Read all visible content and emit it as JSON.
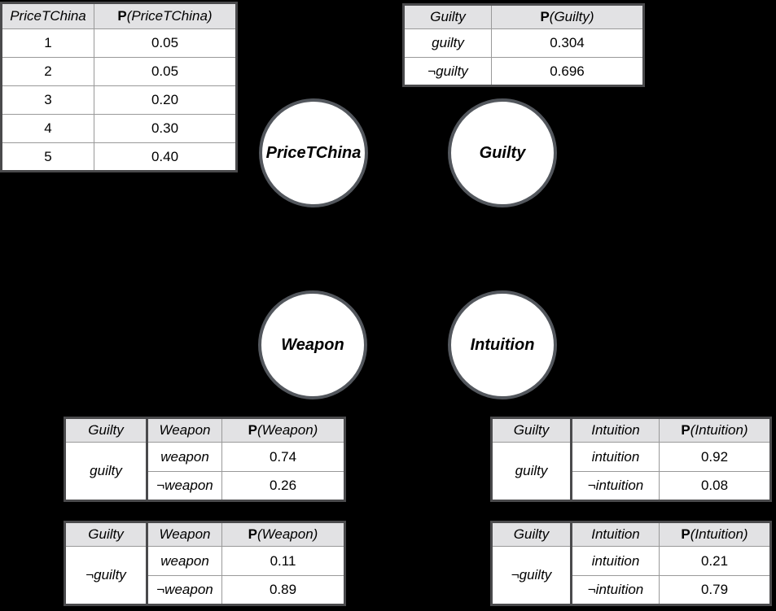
{
  "colors": {
    "background": "#000000",
    "table_border": "#4a4a4c",
    "grid_line": "#999999",
    "header_bg": "#e2e2e4",
    "node_border": "#53575d",
    "node_fill": "#ffffff"
  },
  "nodes": {
    "pricetchina": {
      "label": "PriceTChina"
    },
    "guilty": {
      "label": "Guilty"
    },
    "weapon": {
      "label": "Weapon"
    },
    "intuition": {
      "label": "Intuition"
    }
  },
  "tables": {
    "price": {
      "var_header": "PriceTChina",
      "p": "P",
      "p_arg": "(PriceTChina)",
      "rows": [
        [
          "1",
          "0.05"
        ],
        [
          "2",
          "0.05"
        ],
        [
          "3",
          "0.20"
        ],
        [
          "4",
          "0.30"
        ],
        [
          "5",
          "0.40"
        ]
      ]
    },
    "guilty_prior": {
      "var_header": "Guilty",
      "p": "P",
      "p_arg": "(Guilty)",
      "rows": [
        [
          "guilty",
          "0.304"
        ],
        [
          "¬guilty",
          "0.696"
        ]
      ]
    },
    "weapon_guilty": {
      "cond_header": "Guilty",
      "var_header": "Weapon",
      "p": "P",
      "p_arg": "(Weapon)",
      "cond": "guilty",
      "rows": [
        [
          "weapon",
          "0.74"
        ],
        [
          "¬weapon",
          "0.26"
        ]
      ]
    },
    "weapon_notguilty": {
      "cond_header": "Guilty",
      "var_header": "Weapon",
      "p": "P",
      "p_arg": "(Weapon)",
      "cond": "¬guilty",
      "rows": [
        [
          "weapon",
          "0.11"
        ],
        [
          "¬weapon",
          "0.89"
        ]
      ]
    },
    "intuition_guilty": {
      "cond_header": "Guilty",
      "var_header": "Intuition",
      "p": "P",
      "p_arg": "(Intuition)",
      "cond": "guilty",
      "rows": [
        [
          "intuition",
          "0.92"
        ],
        [
          "¬intuition",
          "0.08"
        ]
      ]
    },
    "intuition_notguilty": {
      "cond_header": "Guilty",
      "var_header": "Intuition",
      "p": "P",
      "p_arg": "(Intuition)",
      "cond": "¬guilty",
      "rows": [
        [
          "intuition",
          "0.21"
        ],
        [
          "¬intuition",
          "0.79"
        ]
      ]
    }
  }
}
